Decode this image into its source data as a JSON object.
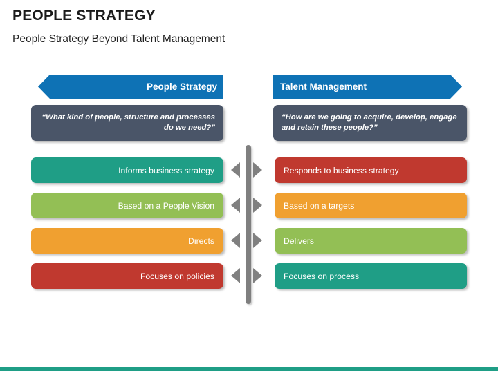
{
  "header": {
    "title": "PEOPLE STRATEGY",
    "subtitle": "People Strategy Beyond Talent Management"
  },
  "columns": {
    "left": {
      "banner_label": "People Strategy",
      "banner_icon": "chevron-left-banner",
      "banner_color": "#0e72b5",
      "quote": "“What kind of people, structure and processes do we need?”",
      "quote_box_color": "#4a5568"
    },
    "right": {
      "banner_label": "Talent Management",
      "banner_icon": "chevron-right-banner",
      "banner_color": "#0e72b5",
      "quote": "“How are we going to acquire, develop, engage and retain these people?”",
      "quote_box_color": "#4a5568"
    }
  },
  "rows": [
    {
      "left_label": "Informs business strategy",
      "left_color": "#1f9e86",
      "right_label": "Responds to business strategy",
      "right_color": "#c0392f"
    },
    {
      "left_label": "Based on a People Vision",
      "left_color": "#93bf55",
      "right_label": "Based on a targets",
      "right_color": "#f0a030"
    },
    {
      "left_label": "Directs",
      "left_color": "#f0a030",
      "right_label": "Delivers",
      "right_color": "#93bf55"
    },
    {
      "left_label": "Focuses on policies",
      "left_color": "#c0392f",
      "right_label": "Focuses on process",
      "right_color": "#1f9e86"
    }
  ],
  "divider": {
    "color": "#7f7f7f",
    "arrow_color": "#808080",
    "arrow_left_icon": "triangle-left-icon",
    "arrow_right_icon": "triangle-right-icon"
  },
  "footer": {
    "accent_color": "#1f9e86"
  }
}
